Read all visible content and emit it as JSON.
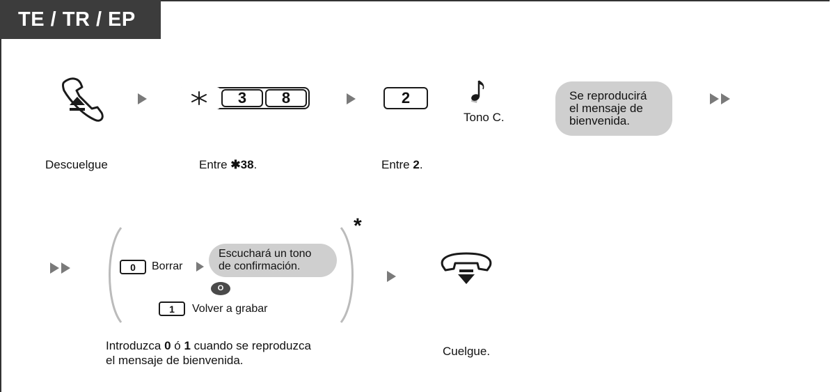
{
  "header": {
    "title": "TE / TR / EP"
  },
  "steps": {
    "offhook": {
      "caption": "Descuelgue"
    },
    "enter_feature": {
      "keys": [
        "3",
        "8"
      ],
      "caption_prefix": "Entre ",
      "caption_bold": "38",
      "caption_suffix": "."
    },
    "enter_two": {
      "key": "2",
      "caption_prefix": "Entre ",
      "caption_bold": "2",
      "caption_suffix": "."
    },
    "tone": {
      "label": "Tono C."
    },
    "message": {
      "bubble_lines": [
        "Se reproducirá",
        "el mensaje de",
        "bienvenida."
      ]
    },
    "choice": {
      "option_delete": {
        "key": "0",
        "label": "Borrar"
      },
      "confirm_bubble_lines": [
        "Escuchará un tono",
        "de confirmación."
      ],
      "or_badge": "O",
      "option_rerecord": {
        "key": "1",
        "label": "Volver a grabar"
      },
      "asterisk": "*",
      "caption_parts": [
        "Introduzca ",
        "0",
        " ó ",
        "1",
        " cuando se reproduzca"
      ],
      "caption_line2": "el mensaje de bienvenida."
    },
    "hangup": {
      "caption": "Cuelgue."
    }
  },
  "colors": {
    "header_bg": "#3c3c3c",
    "arrow": "#7a7a7a",
    "bubble": "#cfcfcf",
    "badge": "#4a4a4a"
  },
  "icons": [
    "handset-offhook-icon",
    "star-key-icon",
    "music-note-icon",
    "handset-onhook-icon"
  ]
}
